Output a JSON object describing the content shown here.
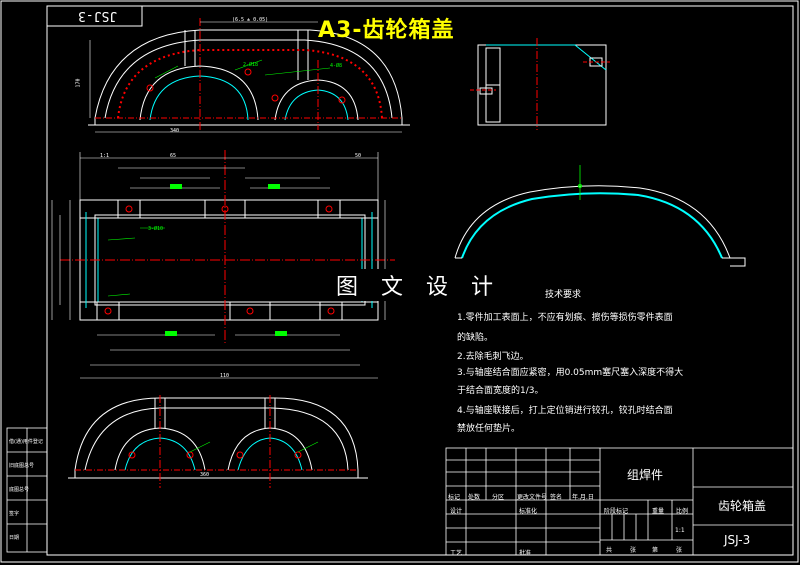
{
  "drawing": {
    "title": "A3-齿轮箱盖",
    "corner_code": "JSJ-3",
    "watermark": "图 文 设 计",
    "dimensions": {
      "top_width": "(6.5 ± 0.05)",
      "top_left": "170",
      "top_span": "340",
      "mid_left": "1:1",
      "mid_a": "65",
      "mid_b": "50",
      "mid_total": "110",
      "weld_label_1": "2-Ø18",
      "weld_label_2": "4-Ø8",
      "weld_label_3": "3-Ø10",
      "bottom_width": "360"
    }
  },
  "requirements": {
    "title": "技术要求",
    "lines": [
      "1.零件加工表面上，不应有划痕、擦伤等损伤零件表面",
      "的缺陷。",
      "2.去除毛刺飞边。",
      "3.与轴座结合面应紧密，用0.05mm塞尺塞入深度不得大",
      "于结合面宽度的1/3。",
      "4.与轴座联接后，打上定位销进行铰孔，铰孔时结合面",
      "禁放任何垫片。"
    ]
  },
  "title_block": {
    "assembly": "组焊件",
    "part_name": "齿轮箱盖",
    "drawing_no": "JSJ-3",
    "scale": "1:1",
    "row_labels": [
      "标记",
      "处数",
      "分区",
      "更改文件号",
      "签名",
      "年.月.日"
    ],
    "side_labels": [
      "设计",
      "标准化",
      "工艺",
      "批准"
    ],
    "stage_labels": [
      "阶段标记",
      "重量",
      "比例"
    ],
    "sheet_labels": [
      "共",
      "张",
      "第",
      "张"
    ],
    "left_strip": [
      "借(通)用件登记",
      "旧底图总号",
      "底图总号",
      "签字",
      "日期"
    ]
  }
}
